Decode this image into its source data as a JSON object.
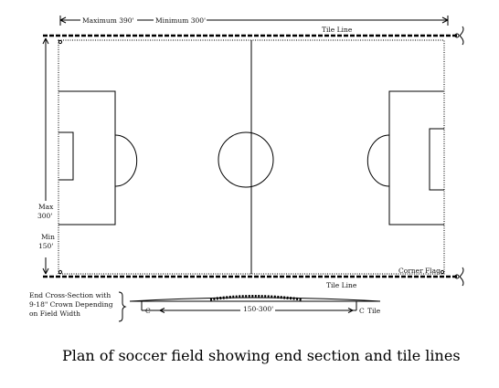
{
  "diagram": {
    "caption": "Plan of soccer field showing end section and tile lines",
    "labels": {
      "max_length": "Maximum 390'",
      "min_length": "Minimum 300'",
      "tile_line_top": "Tile Line",
      "tile_line_bottom": "Tile Line",
      "max_width_1": "Max",
      "max_width_2": "300'",
      "min_width_1": "Min",
      "min_width_2": "150'",
      "corner_flag": "Corner Flag",
      "end_section_1": "End Cross-Section with",
      "end_section_2": "9-18\" Crown Depending",
      "end_section_3": "on Field Width",
      "section_c": "C",
      "section_width": "150-300'",
      "section_tile": "Tile"
    }
  }
}
